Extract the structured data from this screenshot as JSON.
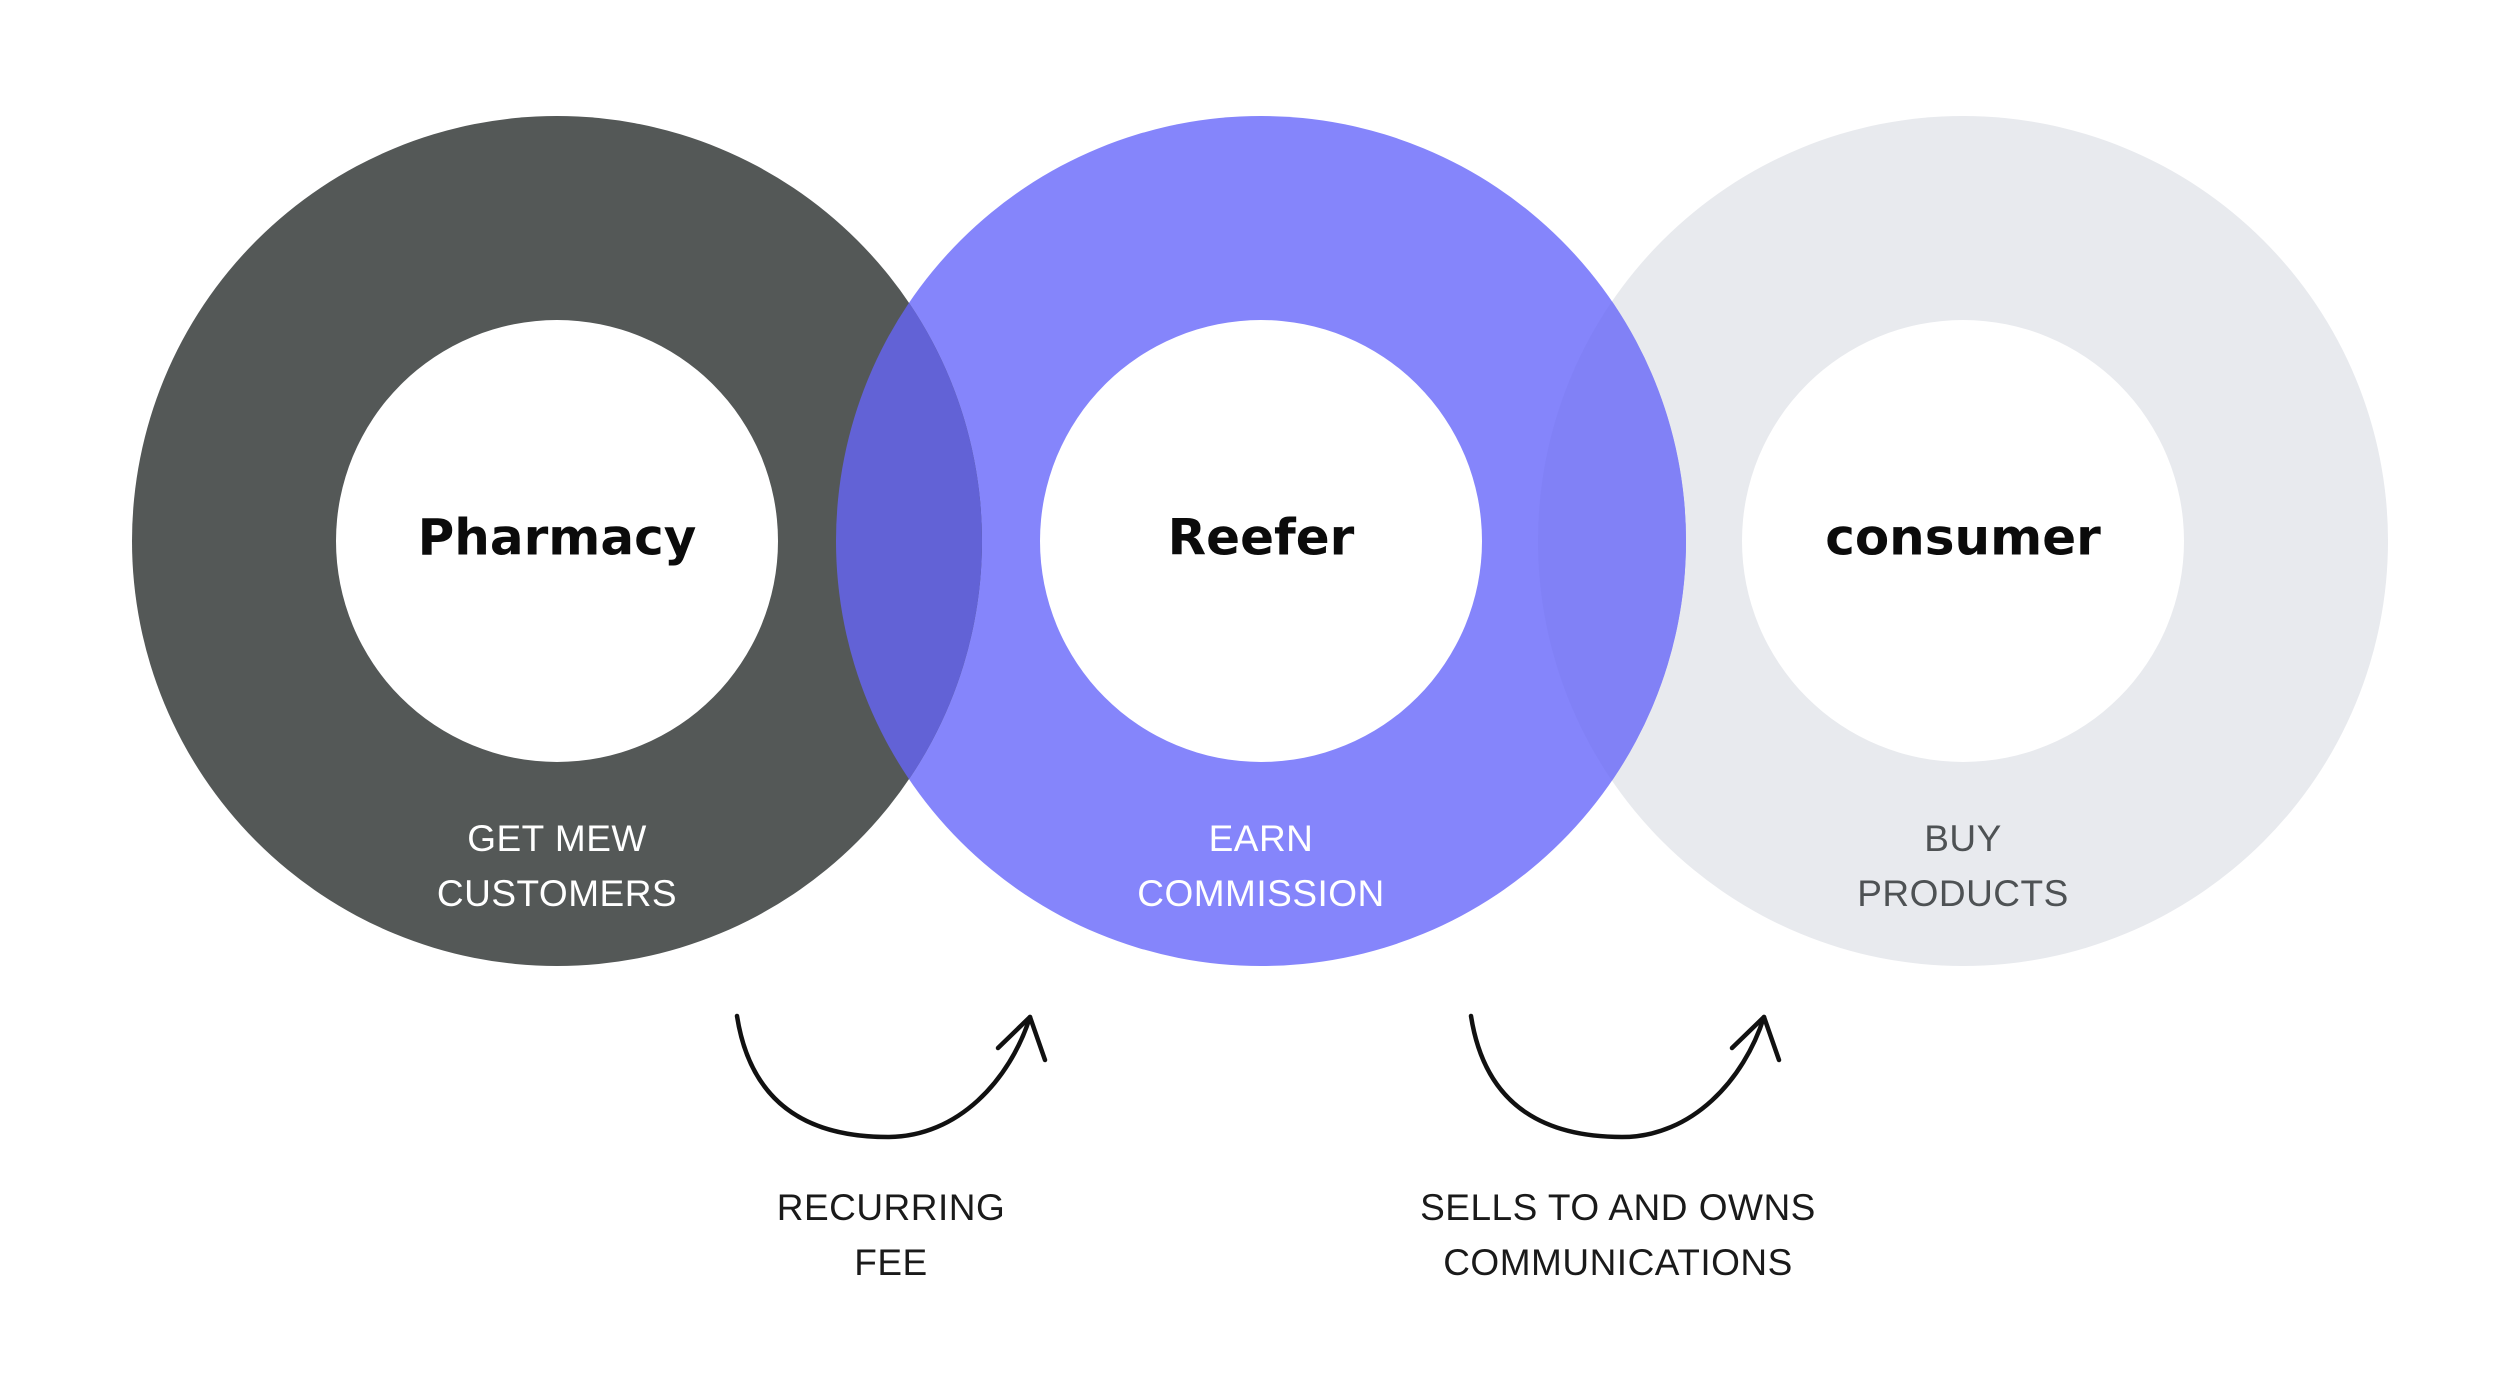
{
  "colors": {
    "pharmacy_ring": "#545857",
    "reefer_ring": "#8585FB",
    "consumer_ring": "#E8EAEE",
    "overlap_left": "#6262D6",
    "overlap_right": "#8181F6",
    "inner_circle": "#FFFFFF",
    "arrow": "#111111",
    "pharmacy_caption": "#FFFFFF",
    "reefer_caption": "#FFFFFF",
    "consumer_caption": "#4E5254",
    "flow_caption": "#1A1A1A"
  },
  "nodes": [
    {
      "id": "pharmacy",
      "title": "Pharmacy",
      "caption_line1": "GET MEW",
      "caption_line2": "CUSTOMERS"
    },
    {
      "id": "reefer",
      "title": "Reefer",
      "caption_line1": "EARN",
      "caption_line2": "COMMISSION"
    },
    {
      "id": "consumer",
      "title": "consumer",
      "caption_line1": "BUY",
      "caption_line2": "PRODUCTS"
    }
  ],
  "flows": [
    {
      "from": "pharmacy",
      "to": "reefer",
      "icon": "curved-arrow-icon",
      "label_line1": "RECURRING",
      "label_line2": "FEE"
    },
    {
      "from": "reefer",
      "to": "consumer",
      "icon": "curved-arrow-icon",
      "label_line1": "SELLS TO AND OWNS",
      "label_line2": "COMMUNICATIONS"
    }
  ]
}
